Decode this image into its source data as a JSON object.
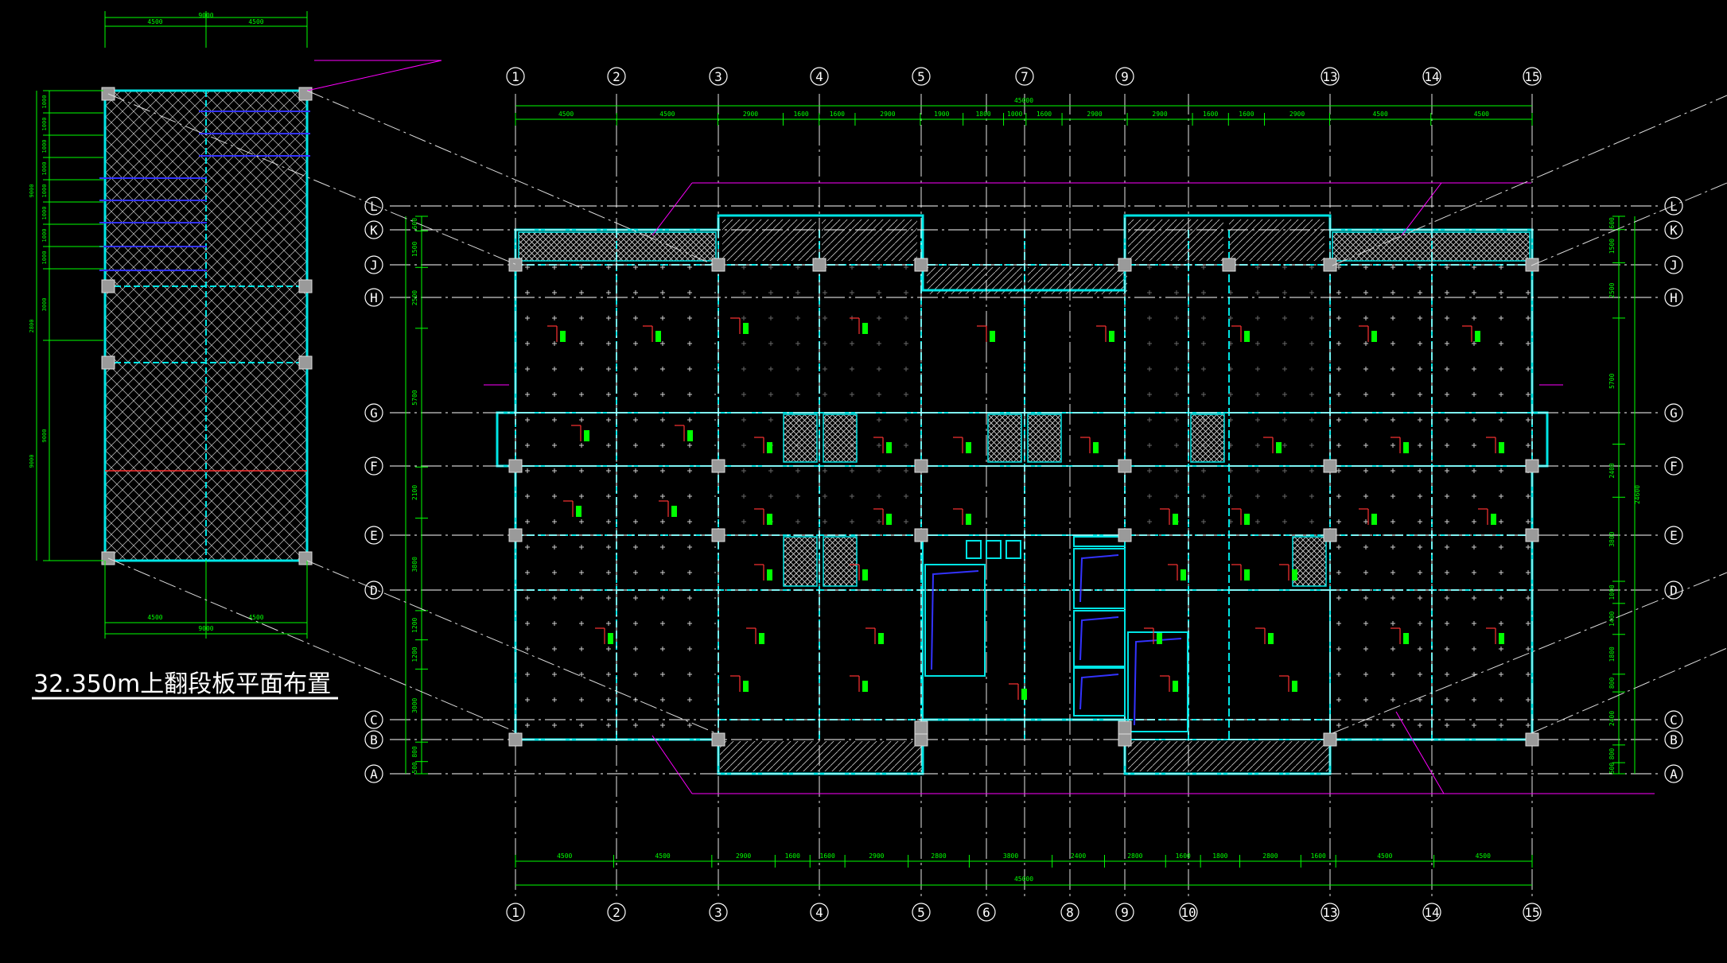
{
  "drawing_title": "32.350m上翻段板平面布置",
  "colors": {
    "background": "#000000",
    "dimension": "#00ff00",
    "wall": "#00e5e5",
    "axis_line": "#ffffff",
    "annotation": "#ff00ff",
    "column": "#9a9a9a",
    "hatch": "#c8c8c8",
    "section_mark": "#ff3333",
    "rebar": "#3333ff"
  },
  "main_plan": {
    "top_axes": [
      "1",
      "2",
      "3",
      "4",
      "5",
      "7",
      "9",
      "13",
      "14",
      "15"
    ],
    "bottom_axes": [
      "1",
      "2",
      "3",
      "4",
      "5",
      "6",
      "8",
      "9",
      "10",
      "13",
      "14",
      "15"
    ],
    "rows_left": [
      "L",
      "K",
      "J",
      "H",
      "G",
      "F",
      "E",
      "D",
      "C",
      "B",
      "A"
    ],
    "rows_right": [
      "L",
      "K",
      "J",
      "H",
      "G",
      "F",
      "E",
      "D",
      "C",
      "B",
      "A"
    ],
    "top_segments": [
      "4500",
      "4500",
      "2900",
      "1600",
      "1600",
      "2900",
      "1900",
      "1800",
      "1000",
      "1600",
      "2900",
      "2900",
      "1600",
      "1600",
      "2900",
      "4500",
      "4500"
    ],
    "bottom_segments": [
      "4500",
      "4500",
      "2900",
      "1600",
      "1600",
      "2900",
      "2800",
      "3800",
      "2400",
      "2800",
      "1600",
      "1800",
      "2800",
      "1600",
      "4500",
      "4500"
    ],
    "overall": "45000",
    "right_overall": "24600",
    "left_rows_dims": [
      "600",
      "1500",
      "2500",
      "5700",
      "2100",
      "3800",
      "1200",
      "1200",
      "3000",
      "800",
      "500"
    ],
    "right_rows_dims": [
      "600",
      "1500",
      "2500",
      "5700",
      "2400",
      "3800",
      "1000",
      "1400",
      "1800",
      "800",
      "2400",
      "800",
      "500"
    ]
  },
  "inset": {
    "top_dims": [
      "4500",
      "4500"
    ],
    "top_overall": "9000",
    "bottom_dims": [
      "4500",
      "4500"
    ],
    "bottom_overall": "9000",
    "left_dims": [
      "1000",
      "1000",
      "1000",
      "1000",
      "1000",
      "1000",
      "1000",
      "1000",
      "3000",
      "9000"
    ],
    "left_totals": [
      "9000",
      "2800",
      "9000"
    ]
  }
}
